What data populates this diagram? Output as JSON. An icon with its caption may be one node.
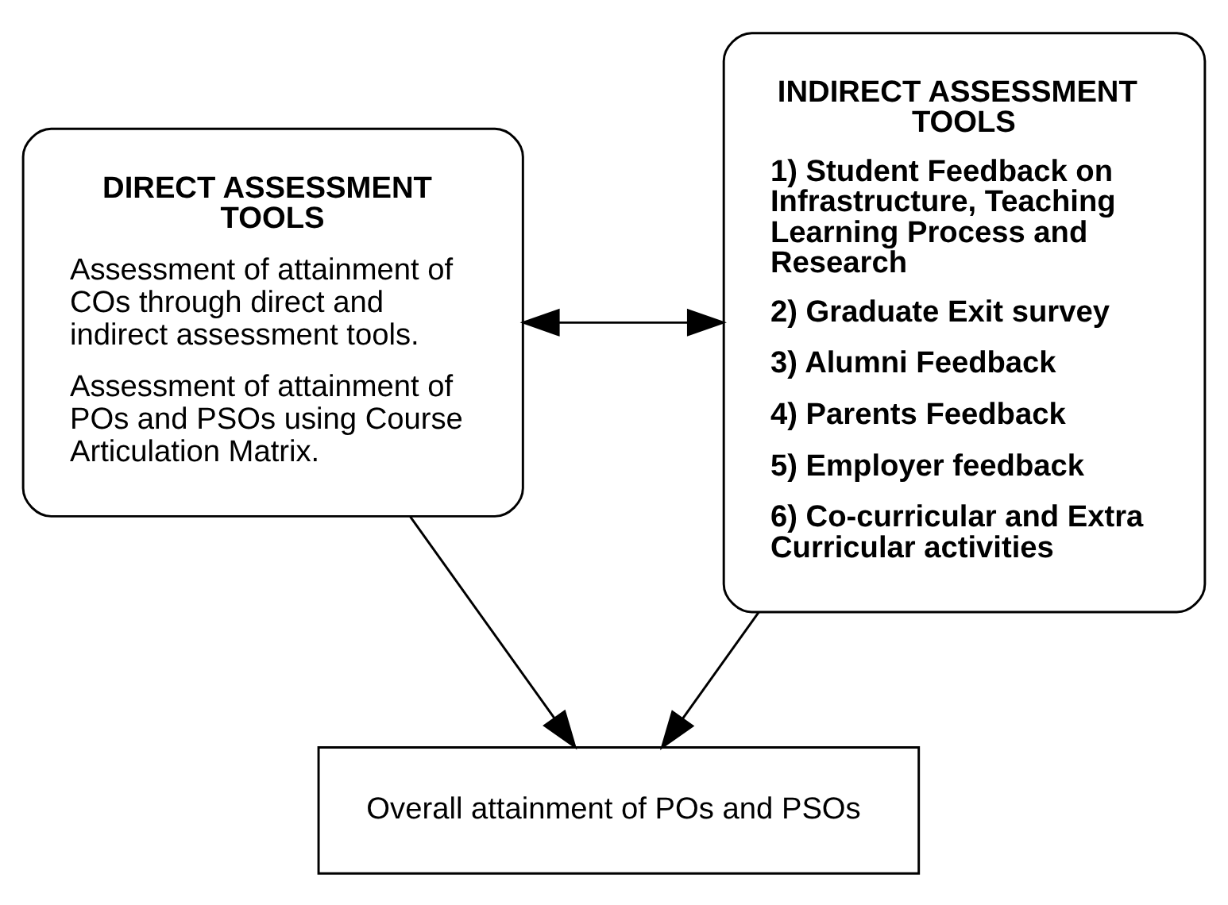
{
  "diagram": {
    "nodes": [
      {
        "text": [
          "DIRECT ASSESSMENT TOOLS",
          "Assessment of attainment of COs through direct and indirect assessment tools.",
          "Assessment of attainment of POs and PSOs using Course Articulation Matrix."
        ]
      },
      {
        "text": [
          "INDIRECT ASSESSMENT TOOLS",
          "1) Student Feedback on Infrastructure, Teaching Learning Process and Research",
          "2) Graduate Exit survey",
          "3) Alumni Feedback",
          "4) Parents Feedback",
          "5) Employer feedback",
          "6) Co-curricular and Extra Curricular activities"
        ]
      },
      {
        "text": [
          "Overall attainment of POs and PSOs"
        ]
      }
    ],
    "edges": [
      {
        "from": 0,
        "to": 1,
        "arrow": "both"
      },
      {
        "from": 0,
        "to": 2,
        "arrow": "to"
      },
      {
        "from": 1,
        "to": 2,
        "arrow": "to"
      }
    ]
  }
}
